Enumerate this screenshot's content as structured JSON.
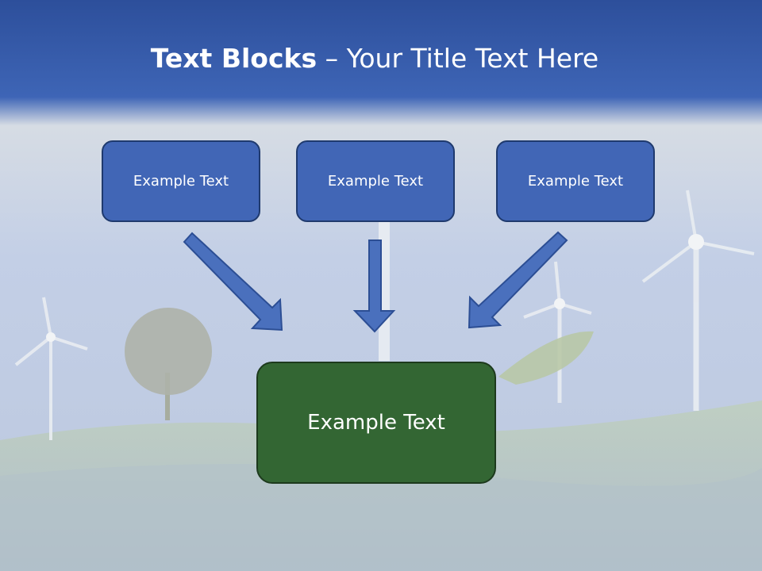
{
  "title": {
    "bold": "Text Blocks",
    "rest": " – Your Title Text Here"
  },
  "blocks": [
    {
      "label": "Example Text"
    },
    {
      "label": "Example Text"
    },
    {
      "label": "Example Text"
    }
  ],
  "main_block": {
    "label": "Example Text"
  },
  "colors": {
    "header_blue": "#3d63b5",
    "box_blue": "#4166b6",
    "box_border": "#1f3a6e",
    "main_green": "#336633",
    "arrow_fill": "#4a70bd"
  }
}
